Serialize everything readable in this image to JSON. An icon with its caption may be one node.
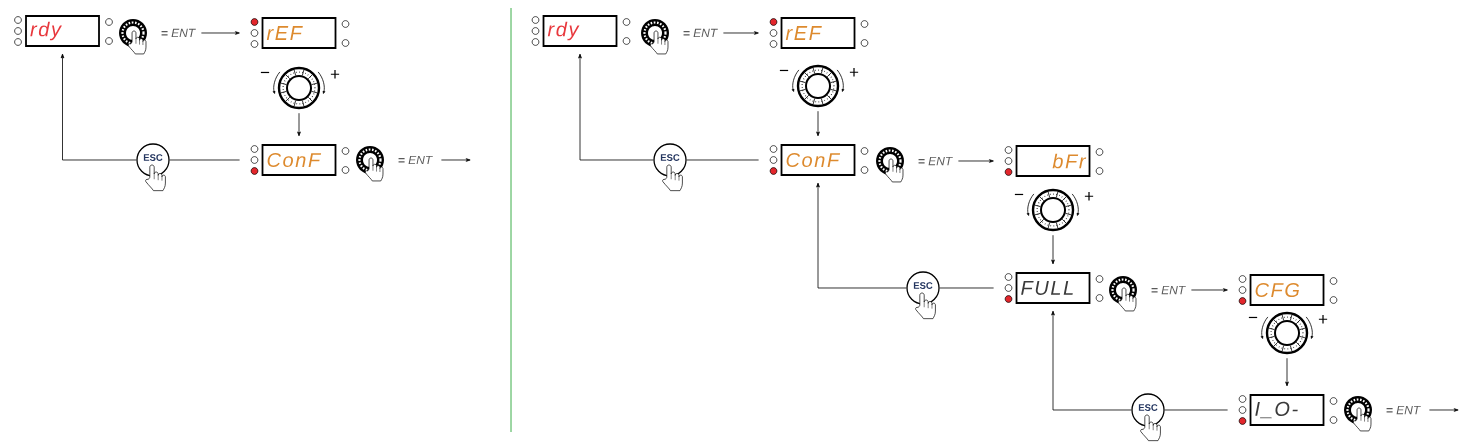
{
  "diagram": {
    "nodes": [
      {
        "text": [
          "rdy"
        ]
      },
      {
        "text": [
          "**=** ENT"
        ]
      },
      {
        "text": [
          "rEF"
        ]
      },
      {
        "text": [],
        "shape": "picture",
        "beside": [
          "−",
          "+"
        ]
      },
      {
        "text": [
          "ConF"
        ]
      },
      {
        "text": [
          "ESC"
        ]
      },
      {
        "text": [
          "**=** ENT"
        ]
      },
      {
        "text": [
          "rdy"
        ]
      },
      {
        "text": [
          "**=** ENT"
        ]
      },
      {
        "text": [
          "rEF"
        ]
      },
      {
        "text": [],
        "shape": "picture",
        "beside": [
          "−",
          "+"
        ]
      },
      {
        "text": [
          "ConF"
        ]
      },
      {
        "text": [
          "ESC"
        ]
      },
      {
        "text": [
          "**=** ENT"
        ]
      },
      {
        "text": [
          "bFr"
        ]
      },
      {
        "text": [],
        "shape": "picture",
        "beside": [
          "−",
          "+"
        ]
      },
      {
        "text": [
          "FULL"
        ]
      },
      {
        "text": [
          "ESC"
        ]
      },
      {
        "text": [
          "**=** ENT"
        ]
      },
      {
        "text": [
          "CFG"
        ]
      },
      {
        "text": [],
        "shape": "picture",
        "beside": [
          "−",
          "+"
        ]
      },
      {
        "text": [
          "I_O-"
        ]
      },
      {
        "text": [
          "ESC"
        ]
      },
      {
        "text": [
          "**=** ENT"
        ]
      }
    ],
    "edges": [
      {
        "from": 1,
        "to": 2,
        "arrow": "to"
      },
      {
        "from": 3,
        "to": 4,
        "arrow": "to"
      },
      {
        "from": 4,
        "to": 5,
        "arrow": "none"
      },
      {
        "from": 5,
        "to": 0,
        "arrow": "to"
      },
      {
        "from": 6,
        "to": null,
        "arrow": "to"
      },
      {
        "from": 8,
        "to": 9,
        "arrow": "to"
      },
      {
        "from": 10,
        "to": 11,
        "arrow": "to"
      },
      {
        "from": 11,
        "to": 12,
        "arrow": "none"
      },
      {
        "from": 12,
        "to": 7,
        "arrow": "to"
      },
      {
        "from": 13,
        "to": 14,
        "arrow": "to"
      },
      {
        "from": 15,
        "to": 16,
        "arrow": "to"
      },
      {
        "from": 16,
        "to": 17,
        "arrow": "none"
      },
      {
        "from": 17,
        "to": 11,
        "arrow": "to"
      },
      {
        "from": 18,
        "to": 19,
        "arrow": "to"
      },
      {
        "from": 20,
        "to": 21,
        "arrow": "to"
      },
      {
        "from": 21,
        "to": 22,
        "arrow": "none"
      },
      {
        "from": 22,
        "to": 16,
        "arrow": "to"
      },
      {
        "from": 23,
        "to": null,
        "arrow": "to"
      }
    ]
  }
}
